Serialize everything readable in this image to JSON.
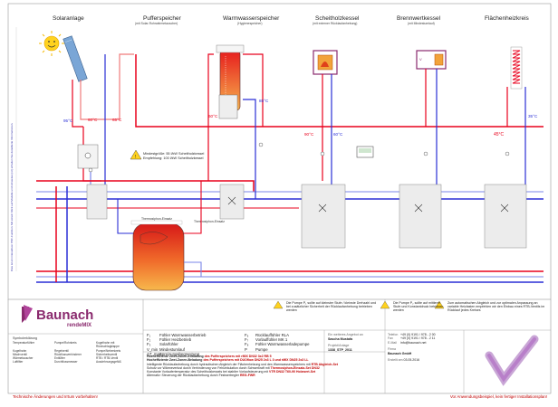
{
  "sections": {
    "solar": "Solaranlage",
    "buffer": "Pufferspeicher",
    "buffer_sub": "(mit Solar-Rohrwärmetauscher)",
    "dhw": "Warmwasserspeicher",
    "dhw_sub": "(Hygienespeicher)",
    "wood": "Scheitholzkessel",
    "wood_sub": "(mit externer Rücklaufanhebung)",
    "boiler": "Brennwertkessel",
    "boiler_sub": "(mit Mindestumlauf)",
    "floor": "Flächenheizkreis"
  },
  "temps": {
    "solar_t1": "95°C",
    "solar_t2": "60°C",
    "solar_t3": "65°C",
    "dhw_t1": "60°C",
    "dhw_t2": "85°C",
    "wood_t1": "90°C",
    "wood_t2": "60°C",
    "floor_t1": "45°C",
    "floor_t2": "35°C"
  },
  "buffer_note_line1": "Mindestgröße: 55 l/kW Scheitholzkessel",
  "buffer_note_line2": "Empfehlung: 100 l/kW Scheitholzkessel",
  "buffer_tank_label": "Thermosiphon-Einsatz",
  "side_note": "Dies ist ein interaktiver PDF-Funktion. Mit einem Klick auf Modelle und Hinweise (rot) erhalten Sie detaillierte Informationen.",
  "logo": {
    "name": "Baunach",
    "sub": "rendeMIX"
  },
  "legend_sensors": {
    "f1": "Fühler Warmwasserbetrieb",
    "f2": "Fühler Heizbetrieb",
    "f3": "Solarfühler",
    "f4": "Mindestumlauf",
    "f5": "Spreizungsbegrenzung",
    "f6": "Rücklauffühler RLA",
    "f7": "Vorlauffühler MK 1",
    "f8": "Fühler Warmwasserladepumpe",
    "f9": "Pumpe",
    "f1_key": "F₁",
    "f2_key": "F₂",
    "f3_key": "F₃",
    "f4_key": "V_min",
    "f5_key": "ΔT_max",
    "f6_key": "F₆",
    "f7_key": "F₇",
    "f8_key": "F₈",
    "f9_key": "P"
  },
  "notes": {
    "n1a": "Hocheffiziente Zwei-Zonen-Entladung",
    "n1b": "des Pufferspeichers mit rMIX DN32 3x2 RB 5",
    "n2a": "Hocheffiziente Zwei-Zonen-Beladung",
    "n2b": "des Pufferspeichers mit DUOflow DN25 2x3 L 3 und rMIX DN25 2x3 LL",
    "n3a": "Intelligente Rücklaufanhebung durch hydraulischen Abgleich der Flächenheizung und des Warmwasserspeichers mit",
    "n3b": "RTB Abgleich-Set",
    "n4a": "Schutz vor Wärmeverlust durch Verhinderung von Fehlzirkulation durch Schwerkraft mit",
    "n4b": "Thermosiphon-Einsatz-Set DN32",
    "n5a": "Konstante Vorlaufertemperatur des Scheitholzkessels bei stabiler Vorlaufsteuerung mit",
    "n5b": "VTR DN32 T60-90 Holzwert-Set",
    "n6a": "Alternativ: Steuerung der Rücklaufanhebung durch Festwertregler",
    "n6b": "REG-FWR"
  },
  "warn_boxes": {
    "w1": "Die Pumpe P₁ sollte auf kleinster Stufe / kleinste Drehzahl und bei zusätzlicher Sicherheit der Rücklaufanhebung betrieben werden",
    "w2": "Die Pumpe P₂ sollte auf mittlerer Stufe und Konstantdruck betrieben werden",
    "w3": "Zum automatischen Abgleich und zur optimalen Anpassung an variable Heizlasten empfehlen wir den Einbau eines RTB-Ventils im Rücklauf jedes Kreises"
  },
  "titleblock": {
    "email_label": "Ein weiteres Angebot an",
    "name": "Sascha Mustafa",
    "company_label": "Firma",
    "company": "Baunach GmbH",
    "date_label": "Erstellt am",
    "date": "03.05.2016",
    "drawing_label": "Projekt/Anlage",
    "drawing": "1338_STP_2011",
    "phone_label": "Telefon",
    "phone": "+49 (0) 9191 / 978 - 2 00",
    "fax_label": "Fax",
    "fax": "+49 (0) 9191 / 978 - 2 11",
    "mail_label": "E-Mail",
    "mail": "info@baunach.net"
  },
  "bottom_left": "Technische Änderungen und Irrtum vorbehalten!",
  "bottom_right": "Vor Anwendungsbeispiel, kein fertiger Installationsplan!",
  "symbols_title": "Symbolerklärung",
  "symbols": {
    "s1": "Temperaturfühler",
    "s2": "Pumpe/Rohrkreis",
    "s3": "Kugelhahn mit Rückschlagklappe",
    "s4": "Kugelhahn",
    "s5": "Regelventil",
    "s6": "Pumpe/Nebenkreis",
    "s7": "Mischventil",
    "s8": "Rückflussverhinderer",
    "s9": "Sicherheitsventil",
    "s10": "Wärmetauscher",
    "s11": "Entlüfter",
    "s12": "RTB / RTB-Ventil",
    "s13": "Luftfilter",
    "s14": "Durchflussmesser",
    "s15": "Ausdehnungsgefäß"
  },
  "colors": {
    "hot": "#e8001c",
    "cold": "#2a2fd6",
    "warm": "#f07b7b",
    "cool": "#7a86e8",
    "accent": "#8a2a6e",
    "tankTop": "#d62020",
    "tankBottom": "#f6b24a"
  }
}
